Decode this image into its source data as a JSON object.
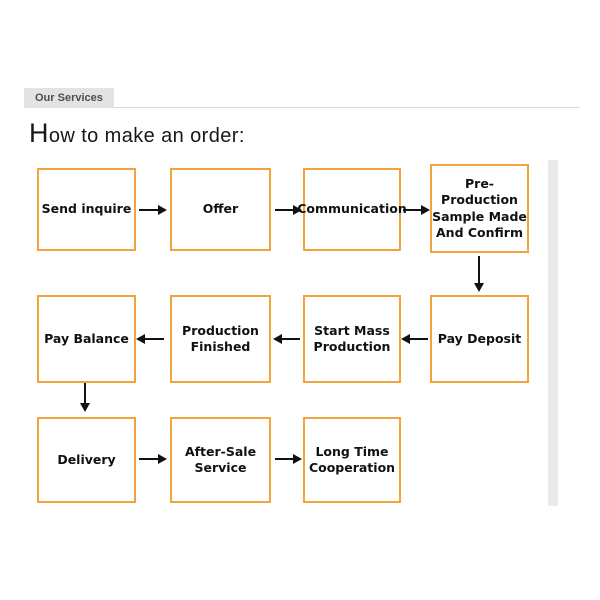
{
  "tab": {
    "label": "Our Services"
  },
  "heading": {
    "text": "How to make an order:"
  },
  "colors": {
    "box_border": "#F0A43C",
    "arrow": "#111111",
    "tab_background": "#E3E3E3"
  },
  "flowchart": {
    "rows": [
      {
        "flow_direction": "right",
        "boxes": [
          {
            "label_lines": [
              "Send inquire"
            ]
          },
          {
            "label_lines": [
              "Offer"
            ]
          },
          {
            "label_lines": [
              "Communication"
            ]
          },
          {
            "label_lines": [
              "Pre-Production",
              "Sample Made",
              "And Confirm"
            ]
          }
        ]
      },
      {
        "flow_direction": "left",
        "boxes": [
          {
            "label_lines": [
              "Pay Balance"
            ]
          },
          {
            "label_lines": [
              "Production",
              "Finished"
            ]
          },
          {
            "label_lines": [
              "Start Mass",
              "Production"
            ]
          },
          {
            "label_lines": [
              "Pay Deposit"
            ]
          }
        ]
      },
      {
        "flow_direction": "right",
        "boxes": [
          {
            "label_lines": [
              "Delivery"
            ]
          },
          {
            "label_lines": [
              "After-Sale",
              "Service"
            ]
          },
          {
            "label_lines": [
              "Long Time",
              "Cooperation"
            ]
          }
        ]
      }
    ]
  }
}
